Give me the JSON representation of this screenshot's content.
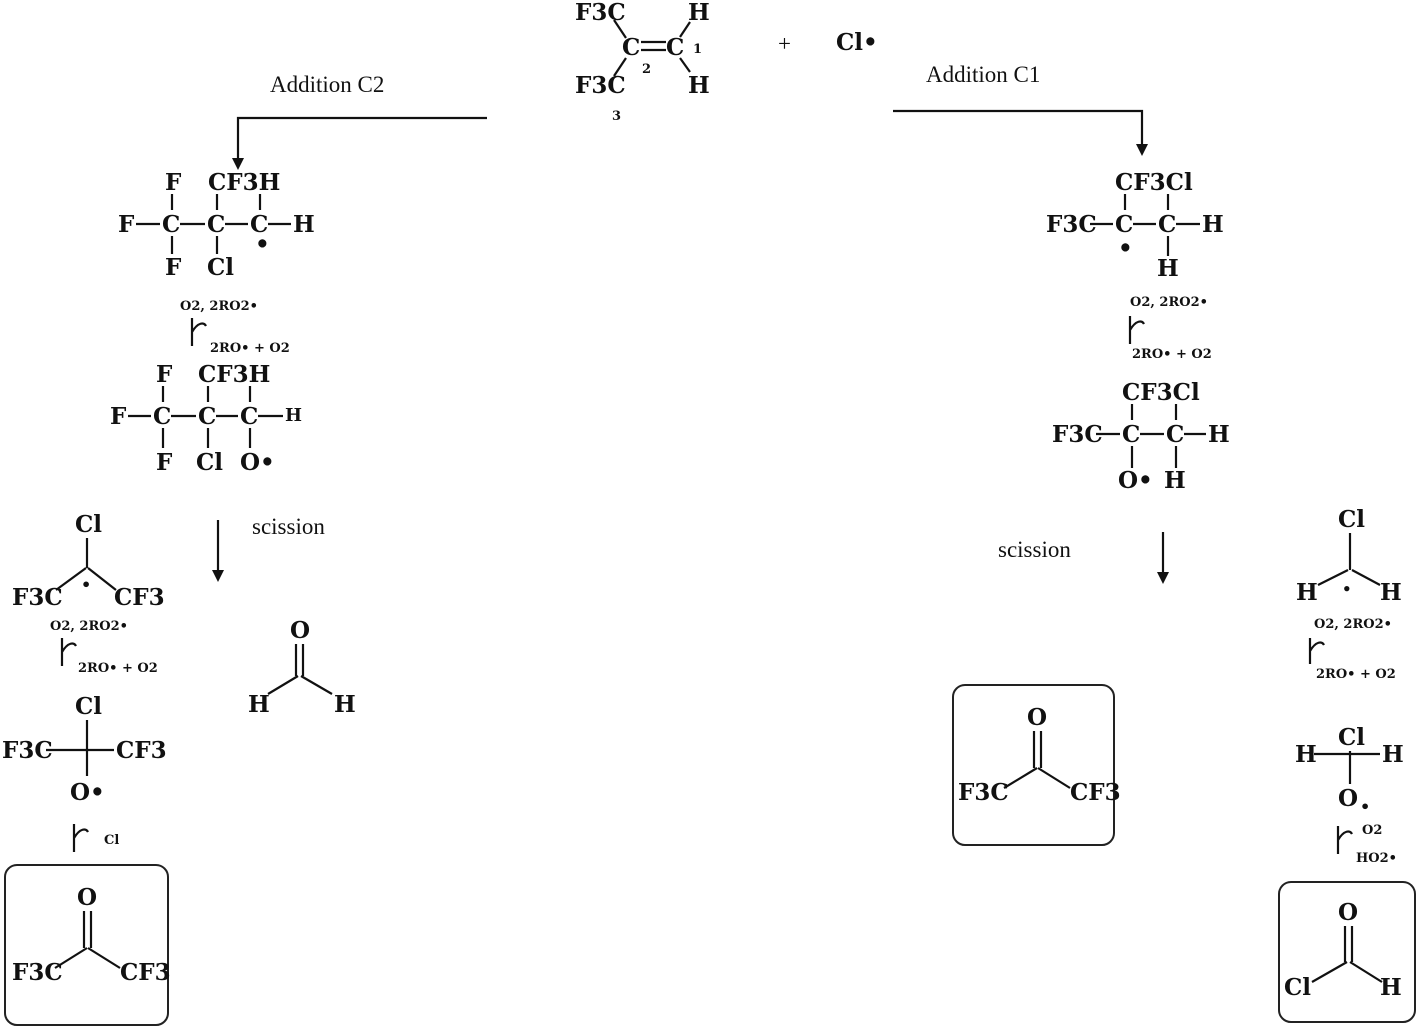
{
  "reactant": {
    "substituent_top": "F3C",
    "substituent_bottom": "F3C",
    "h_top": "H",
    "h_bottom": "H",
    "atom_c2": "C",
    "atom_c1": "C",
    "num_1": "1",
    "num_2": "2",
    "num_3": "3"
  },
  "reagent": {
    "plus": "+",
    "radical": "Cl•"
  },
  "paths": {
    "left_label": "Addition C2",
    "right_label": "Addition C1",
    "scission_left": "scission",
    "scission_right": "scission"
  },
  "conditions": {
    "peroxy_in": "O2, 2RO2•",
    "peroxy_out": "2RO• + O2",
    "cl_out": "Cl",
    "o2_in": "O2",
    "ho2_out": "HO2•"
  },
  "atoms": {
    "F": "F",
    "C": "C",
    "H": "H",
    "Cl": "Cl",
    "O": "O",
    "CF3": "CF3",
    "F3C": "F3C",
    "CF3H": "CF3H",
    "CF3Cl": "CF3Cl",
    "O_rad": "O•",
    "dot": "•",
    "eq": "="
  },
  "colors": {
    "ink": "#111111",
    "box": "#222222",
    "background": "#ffffff"
  }
}
